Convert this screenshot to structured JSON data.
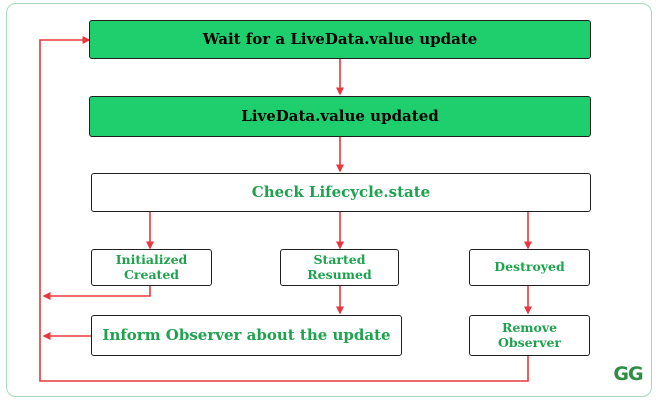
{
  "diagram": {
    "nodes": {
      "wait_update": "Wait for a LiveData.value update",
      "value_updated": "LiveData.value updated",
      "check_state": "Check Lifecycle.state",
      "initialized_created": [
        "Initialized",
        "Created"
      ],
      "started_resumed": [
        "Started",
        "Resumed"
      ],
      "destroyed": "Destroyed",
      "inform_observer": "Inform Observer about the update",
      "remove_observer": [
        "Remove",
        "Observer"
      ]
    },
    "logo_text": "GG",
    "colors": {
      "filled_box": "#1fcf6e",
      "outline_text": "#1ea24e",
      "arrow": "#e8383d",
      "frame_border": "#a6dcbc"
    }
  }
}
